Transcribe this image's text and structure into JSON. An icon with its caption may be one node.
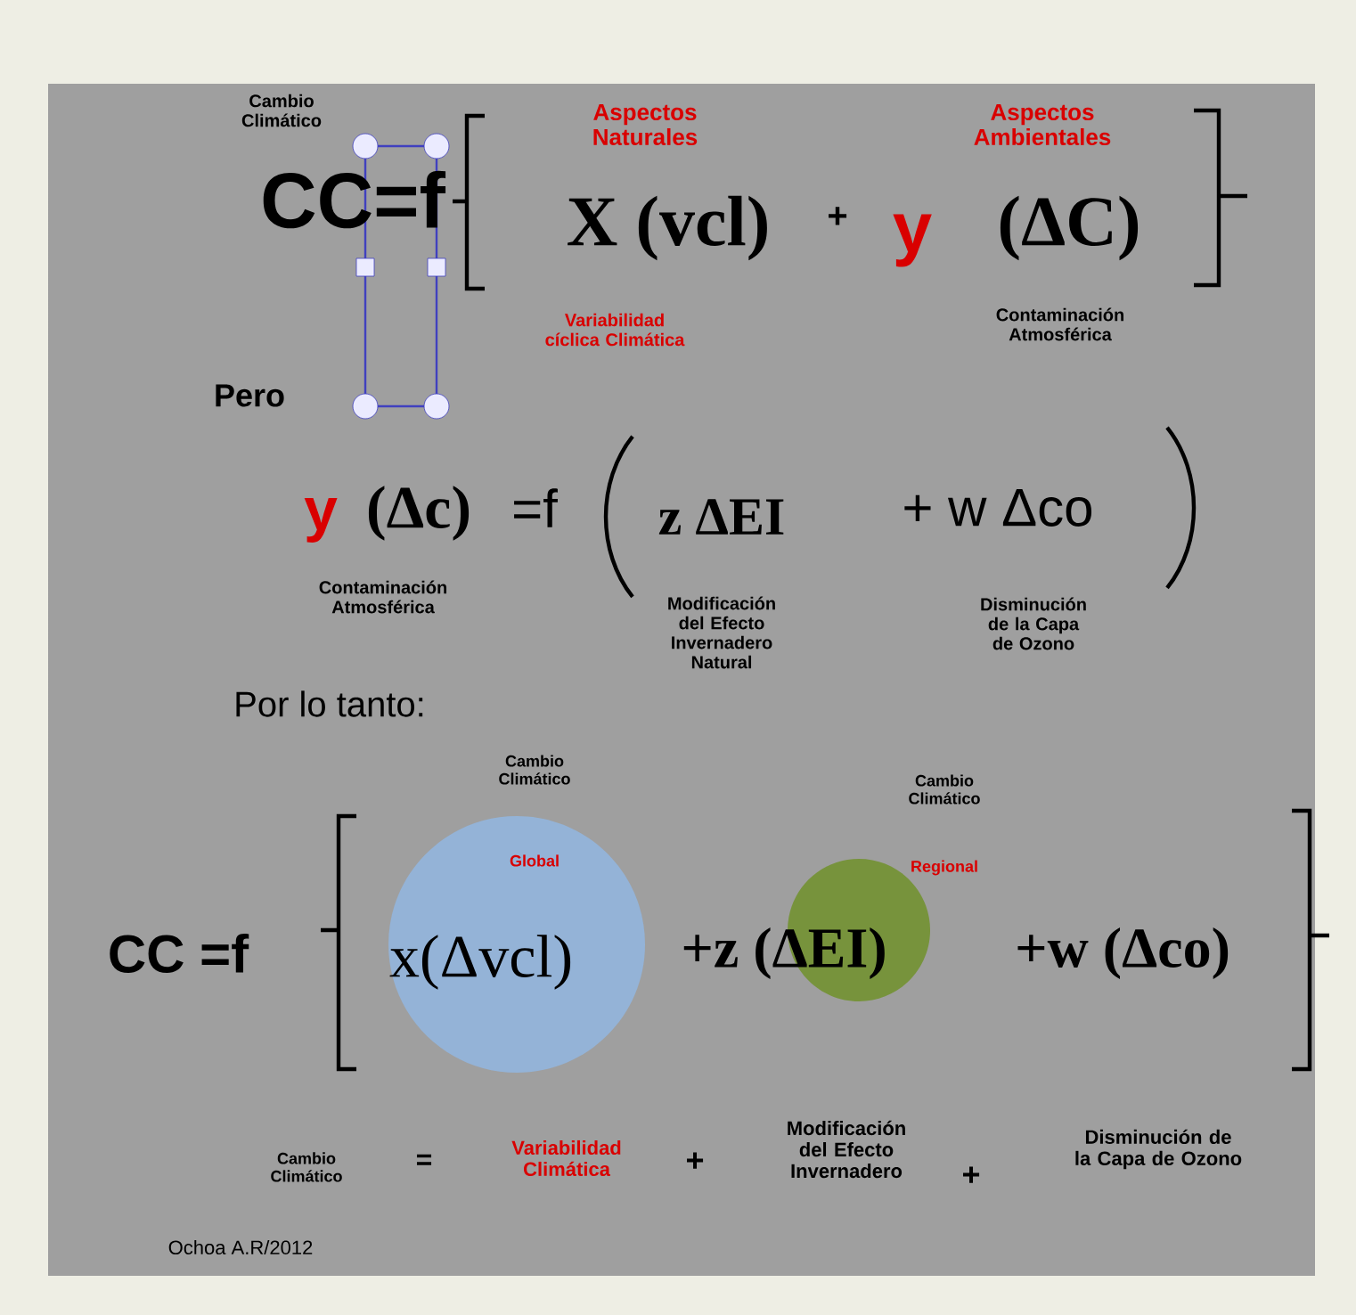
{
  "diagram": {
    "nodes": [
      {
        "text": [],
        "shape": "circle"
      },
      {
        "text": [],
        "shape": "circle"
      }
    ],
    "labels": [
      "Cambio Climático",
      "CC=f",
      "Aspectos Naturales",
      "X (vcl)",
      "+",
      "Aspectos Ambientales",
      "y",
      "(ΔC)",
      "Variabilidad cíclica Climática",
      "Contaminación Atmosférica",
      "Pero",
      "y",
      "(Δc)",
      "=f",
      "z ΔEI",
      "+ w Δco",
      "Contaminación Atmosférica",
      "Modificación del Efecto Invernadero Natural",
      "Disminución de la Capa de Ozono",
      "Por lo tanto:",
      "Cambio Climático",
      "Global",
      "Cambio Climático",
      "Regional",
      "CC =f",
      "x(Δvcl)",
      "+z (ΔEI)",
      "+w (Δco)",
      "Cambio Climático",
      "=",
      "Variabilidad Climática",
      "+",
      "Modificación del Efecto Invernadero",
      "+",
      "Disminución de la Capa de Ozono",
      "Ochoa A.R/2012"
    ]
  }
}
